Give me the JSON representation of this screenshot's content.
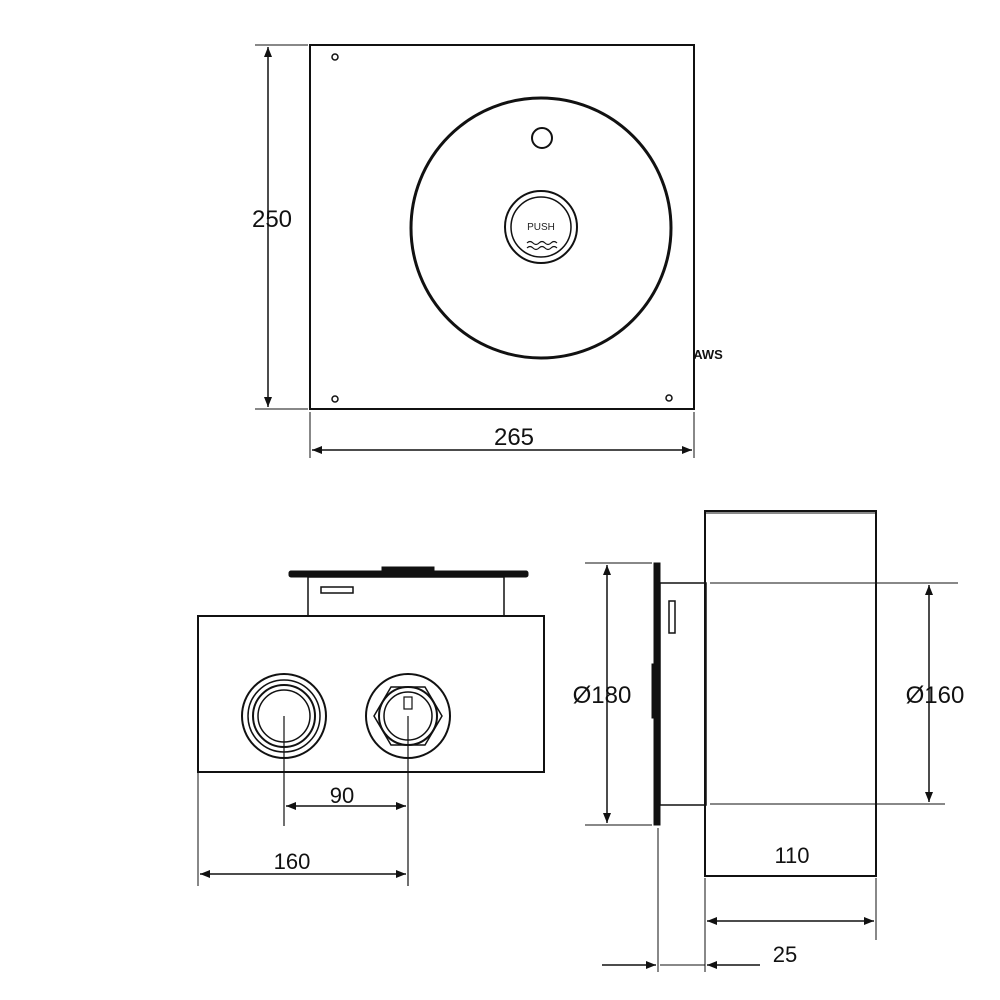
{
  "front_view": {
    "height_label": "250",
    "width_label": "265",
    "button_label": "PUSH",
    "brand_logo": "AWS"
  },
  "bottom_view": {
    "spacing_label": "90",
    "width_label": "160"
  },
  "side_view": {
    "plate_diameter_label": "Ø180",
    "body_diameter_label": "Ø160",
    "depth_label": "110",
    "offset_label": "25"
  },
  "colors": {
    "line": "#111111",
    "background": "#ffffff"
  }
}
